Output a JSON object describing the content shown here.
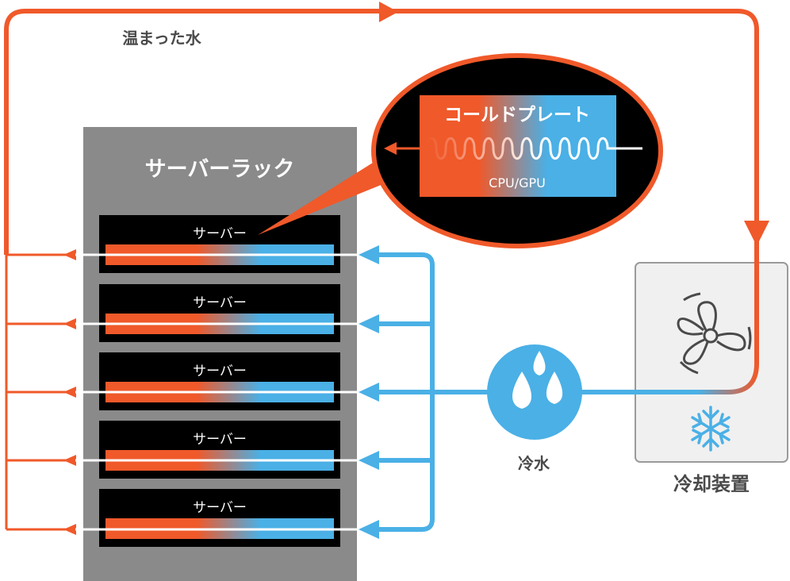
{
  "labels": {
    "warm_water": "温まった水",
    "server_rack": "サーバーラック",
    "cold_plate": "コールドプレート",
    "cpu_gpu": "CPU/GPU",
    "cold_water": "冷水",
    "cooling_unit": "冷却装置"
  },
  "servers": [
    {
      "label": "サーバー"
    },
    {
      "label": "サーバー"
    },
    {
      "label": "サーバー"
    },
    {
      "label": "サーバー"
    },
    {
      "label": "サーバー"
    }
  ],
  "colors": {
    "hot": "#f0592a",
    "cold": "#4ab0e6",
    "rack": "#8a8a8a",
    "server": "#000000",
    "cooler_bg": "#f0f0f0",
    "icon": "#4a4a4a"
  },
  "icons": {
    "fan": "fan-icon",
    "snowflake": "snowflake-icon",
    "water_drops": "water-drops-icon"
  }
}
